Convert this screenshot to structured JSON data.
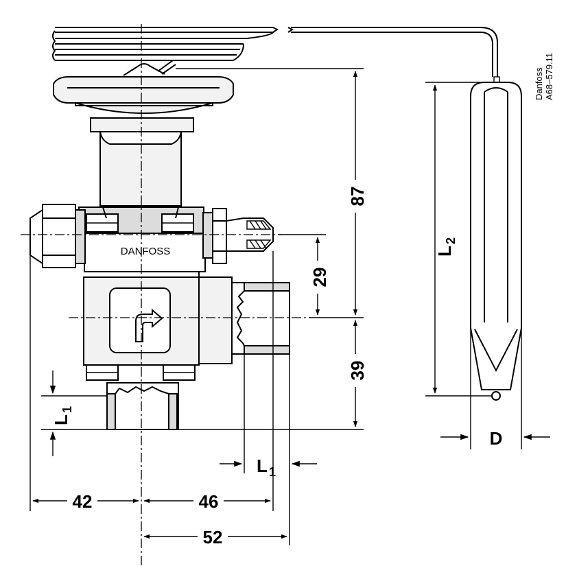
{
  "brand_label": "DANFOSS",
  "reference": {
    "line1": "Danfoss",
    "line2": "A68–579.11"
  },
  "dimensions": {
    "d87": "87",
    "d29": "29",
    "d39": "39",
    "d42": "42",
    "d46": "46",
    "d52": "52",
    "l1_letter": "L",
    "l1_sub": "1",
    "l2_letter": "L",
    "l2_sub": "2",
    "d_label": "D"
  },
  "icons": [
    "flow-arrow-icon"
  ]
}
